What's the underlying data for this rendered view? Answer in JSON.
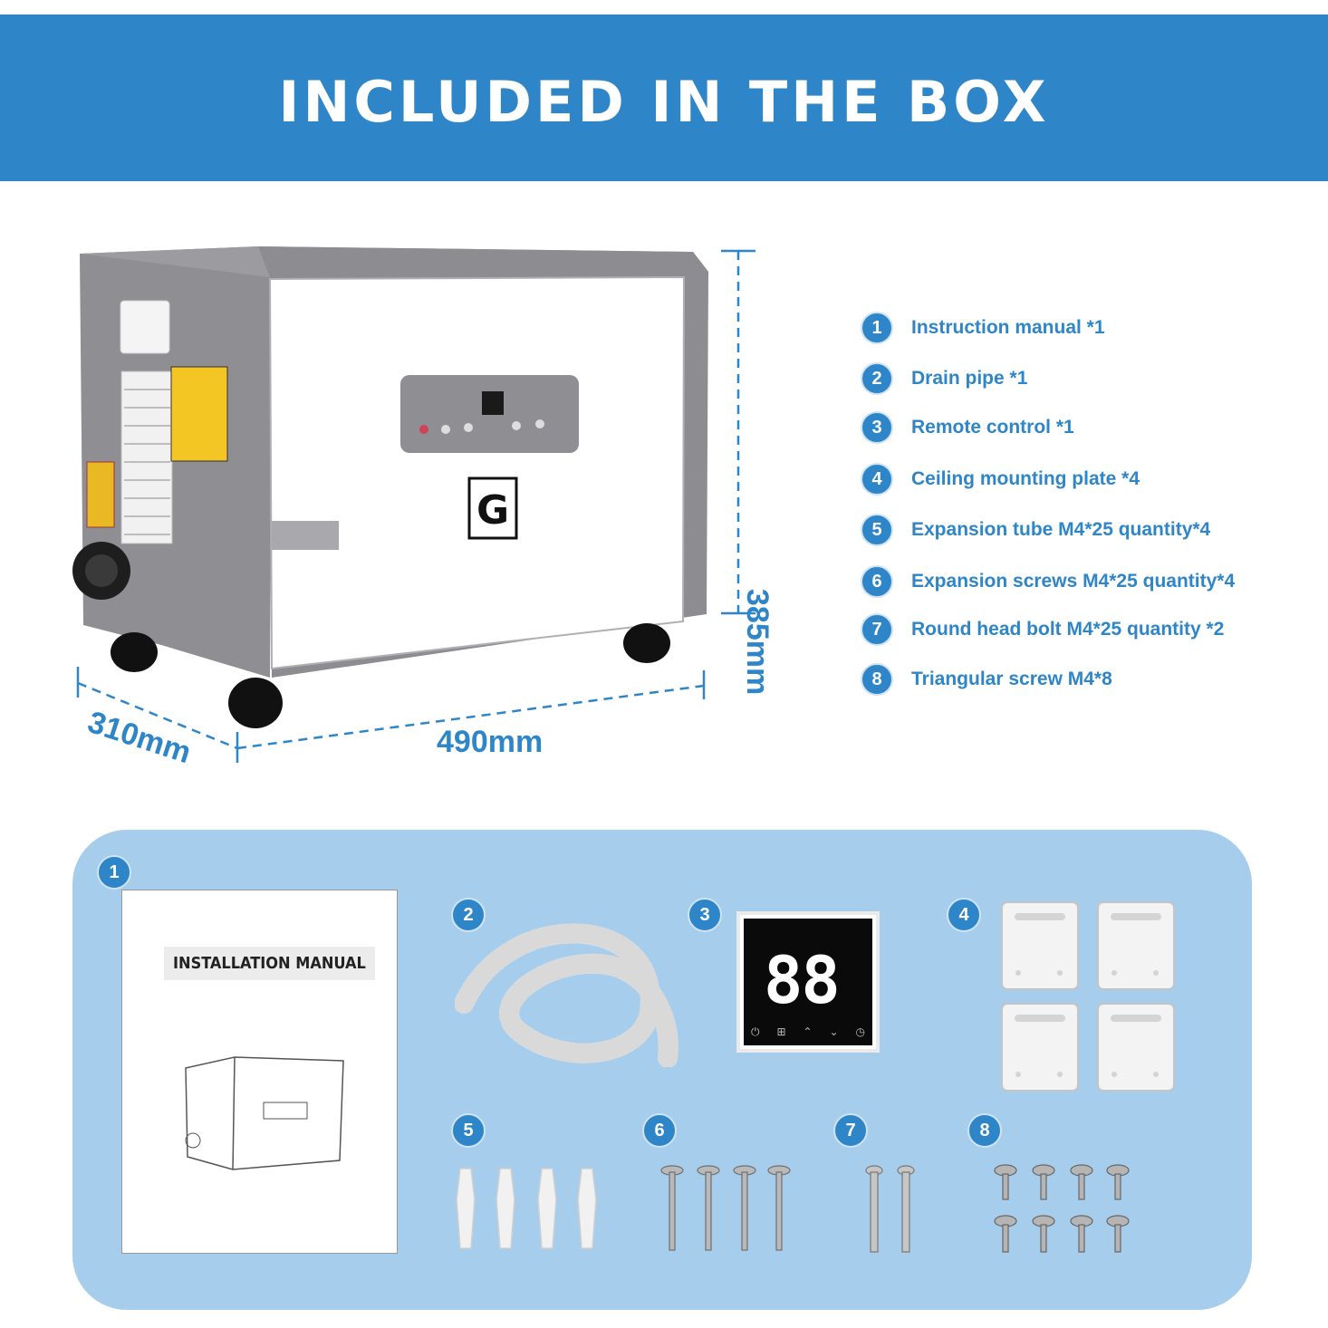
{
  "banner": {
    "title": "INCLUDED IN THE BOX"
  },
  "product": {
    "height_label": "385mm",
    "width_label": "490mm",
    "depth_label": "310mm",
    "logo_letter": "G"
  },
  "items": [
    {
      "number": "1",
      "label": "Instruction manual *1"
    },
    {
      "number": "2",
      "label": "Drain pipe *1"
    },
    {
      "number": "3",
      "label": "Remote control *1"
    },
    {
      "number": "4",
      "label": "Ceiling mounting plate *4"
    },
    {
      "number": "5",
      "label": "Expansion tube M4*25 quantity*4"
    },
    {
      "number": "6",
      "label": "Expansion screws M4*25 quantity*4"
    },
    {
      "number": "7",
      "label": "Round head bolt M4*25 quantity *2"
    },
    {
      "number": "8",
      "label": "Triangular screw M4*8"
    }
  ],
  "manual": {
    "title": "INSTALLATION MANUAL"
  },
  "remote": {
    "display": "88"
  },
  "colors": {
    "accent": "#2e86c8",
    "panel": "#a7cdec",
    "unit_gray": "#8e8e93"
  }
}
